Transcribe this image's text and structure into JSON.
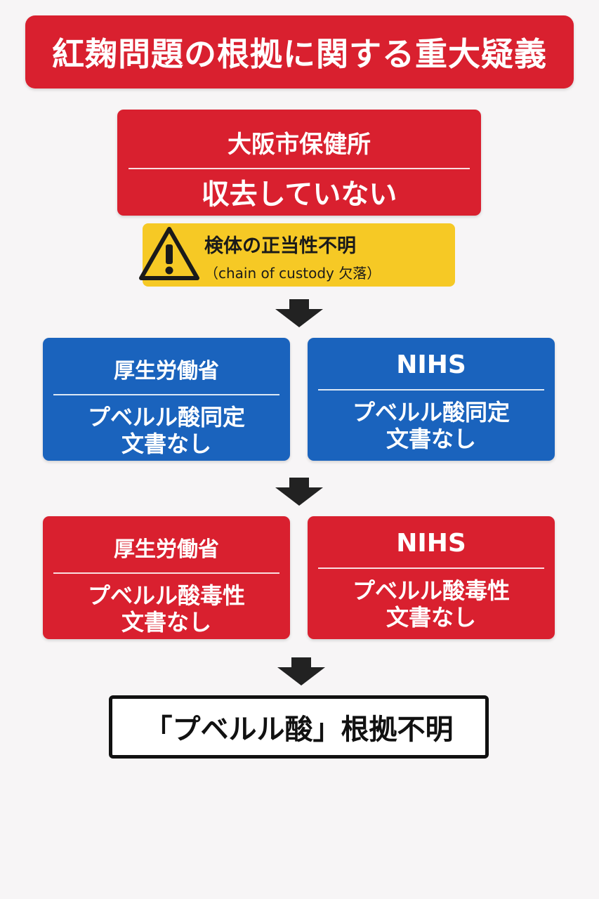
{
  "title": "紅麹問題の根拠に関する重大疑義",
  "osaka": {
    "head": "大阪市保健所",
    "body": "収去していない"
  },
  "warning": {
    "icon": "warning-icon",
    "line1": "検体の正当性不明",
    "line2": "（chain of custody 欠落）"
  },
  "identification": [
    {
      "head": "厚生労働省",
      "body1": "プベルル酸同定",
      "body2": "文書なし"
    },
    {
      "head": "NIHS",
      "body1": "プベルル酸同定",
      "body2": "文書なし"
    }
  ],
  "toxicity": [
    {
      "head": "厚生労働省",
      "body1": "プベルル酸毒性",
      "body2": "文書なし"
    },
    {
      "head": "NIHS",
      "body1": "プベルル酸毒性",
      "body2": "文書なし"
    }
  ],
  "conclusion": "「プベルル酸」根拠不明",
  "colors": {
    "red": "#d9202f",
    "blue": "#1a63bd",
    "yellow": "#f6c925",
    "arrow": "#222222"
  }
}
